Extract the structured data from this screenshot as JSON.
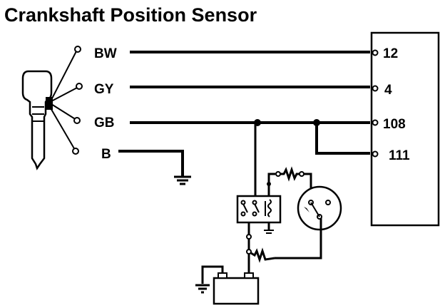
{
  "title": "Crankshaft Position Sensor",
  "sensor_pins": {
    "bw": "BW",
    "gy": "GY",
    "gb": "GB",
    "b": "B"
  },
  "ecu_pins": {
    "p12": "12",
    "p4": "4",
    "p108": "108",
    "p111": "111"
  },
  "colors": {
    "ink": "#000000",
    "paper": "#ffffff"
  },
  "icons": [
    "crankshaft-sensor-icon",
    "ground-icon",
    "relay-icon",
    "fuse-icon",
    "ignition-switch-icon",
    "battery-icon"
  ]
}
